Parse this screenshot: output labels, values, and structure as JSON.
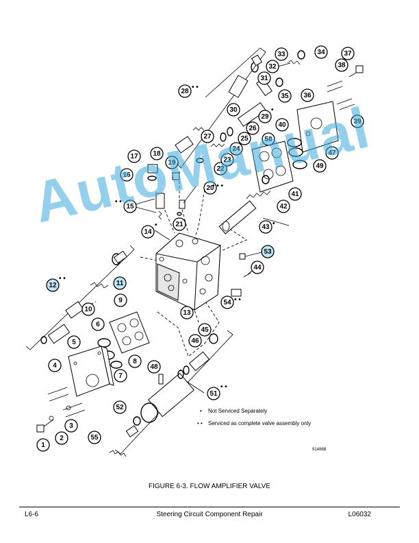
{
  "figure": {
    "caption": "FIGURE 6-3. FLOW AMPLIFIER VALVE",
    "drawing_number": "91486B",
    "legend": [
      {
        "symbol": "•",
        "text": "Not Serviced Separately"
      },
      {
        "symbol": "• •",
        "text": "Serviced as complete valve assembly only"
      }
    ],
    "callouts": [
      {
        "n": "1"
      },
      {
        "n": "2"
      },
      {
        "n": "3"
      },
      {
        "n": "4"
      },
      {
        "n": "5"
      },
      {
        "n": "6"
      },
      {
        "n": "7"
      },
      {
        "n": "8"
      },
      {
        "n": "9"
      },
      {
        "n": "10"
      },
      {
        "n": "11",
        "mark": ""
      },
      {
        "n": "12",
        "mark": "• •"
      },
      {
        "n": "13"
      },
      {
        "n": "14",
        "mark": "•"
      },
      {
        "n": "15",
        "mark": "• •"
      },
      {
        "n": "16"
      },
      {
        "n": "17"
      },
      {
        "n": "18"
      },
      {
        "n": "19"
      },
      {
        "n": "20",
        "mark": "• • •"
      },
      {
        "n": "21"
      },
      {
        "n": "22"
      },
      {
        "n": "23"
      },
      {
        "n": "24"
      },
      {
        "n": "25"
      },
      {
        "n": "26"
      },
      {
        "n": "27"
      },
      {
        "n": "28",
        "mark": "• •"
      },
      {
        "n": "29",
        "mark": "•"
      },
      {
        "n": "30"
      },
      {
        "n": "31"
      },
      {
        "n": "32"
      },
      {
        "n": "33"
      },
      {
        "n": "34"
      },
      {
        "n": "35"
      },
      {
        "n": "36"
      },
      {
        "n": "37"
      },
      {
        "n": "38"
      },
      {
        "n": "39"
      },
      {
        "n": "40"
      },
      {
        "n": "41"
      },
      {
        "n": "42"
      },
      {
        "n": "43",
        "mark": "•"
      },
      {
        "n": "44"
      },
      {
        "n": "45"
      },
      {
        "n": "46"
      },
      {
        "n": "47"
      },
      {
        "n": "48"
      },
      {
        "n": "49"
      },
      {
        "n": "50"
      },
      {
        "n": "51",
        "mark": "• •"
      },
      {
        "n": "52"
      },
      {
        "n": "53"
      },
      {
        "n": "54",
        "mark": "• •"
      },
      {
        "n": "55"
      }
    ]
  },
  "watermark": "AutoManual",
  "footer": {
    "left": "L6-6",
    "center": "Steering Circuit Component Repair",
    "right": "L06032"
  }
}
